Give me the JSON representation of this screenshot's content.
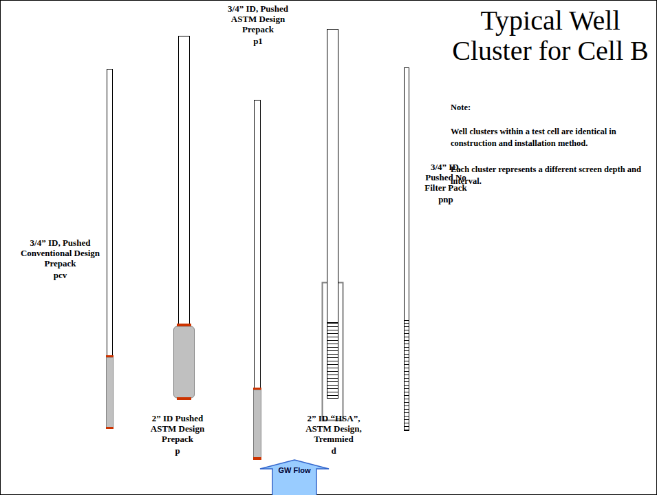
{
  "diagram": {
    "title": "Typical Well Cluster for Cell B",
    "nodes": [
      {
        "text": [
          "GW Flow"
        ]
      }
    ],
    "labels": [
      "Note:",
      "Well clusters within a test cell are identical in construction and installation method.",
      "Each cluster represents a different screen depth and interval.",
      "3/4” ID, Pushed Conventional Design Prepack",
      "pcv",
      "2” ID  Pushed ASTM Design Prepack",
      "p",
      "3/4” ID, Pushed ASTM Design Prepack",
      "p1",
      "2” ID “HSA”, ASTM Design, Tremmied",
      "d",
      "3/4” ID, Pushed No Filter Pack",
      "pnp"
    ]
  }
}
